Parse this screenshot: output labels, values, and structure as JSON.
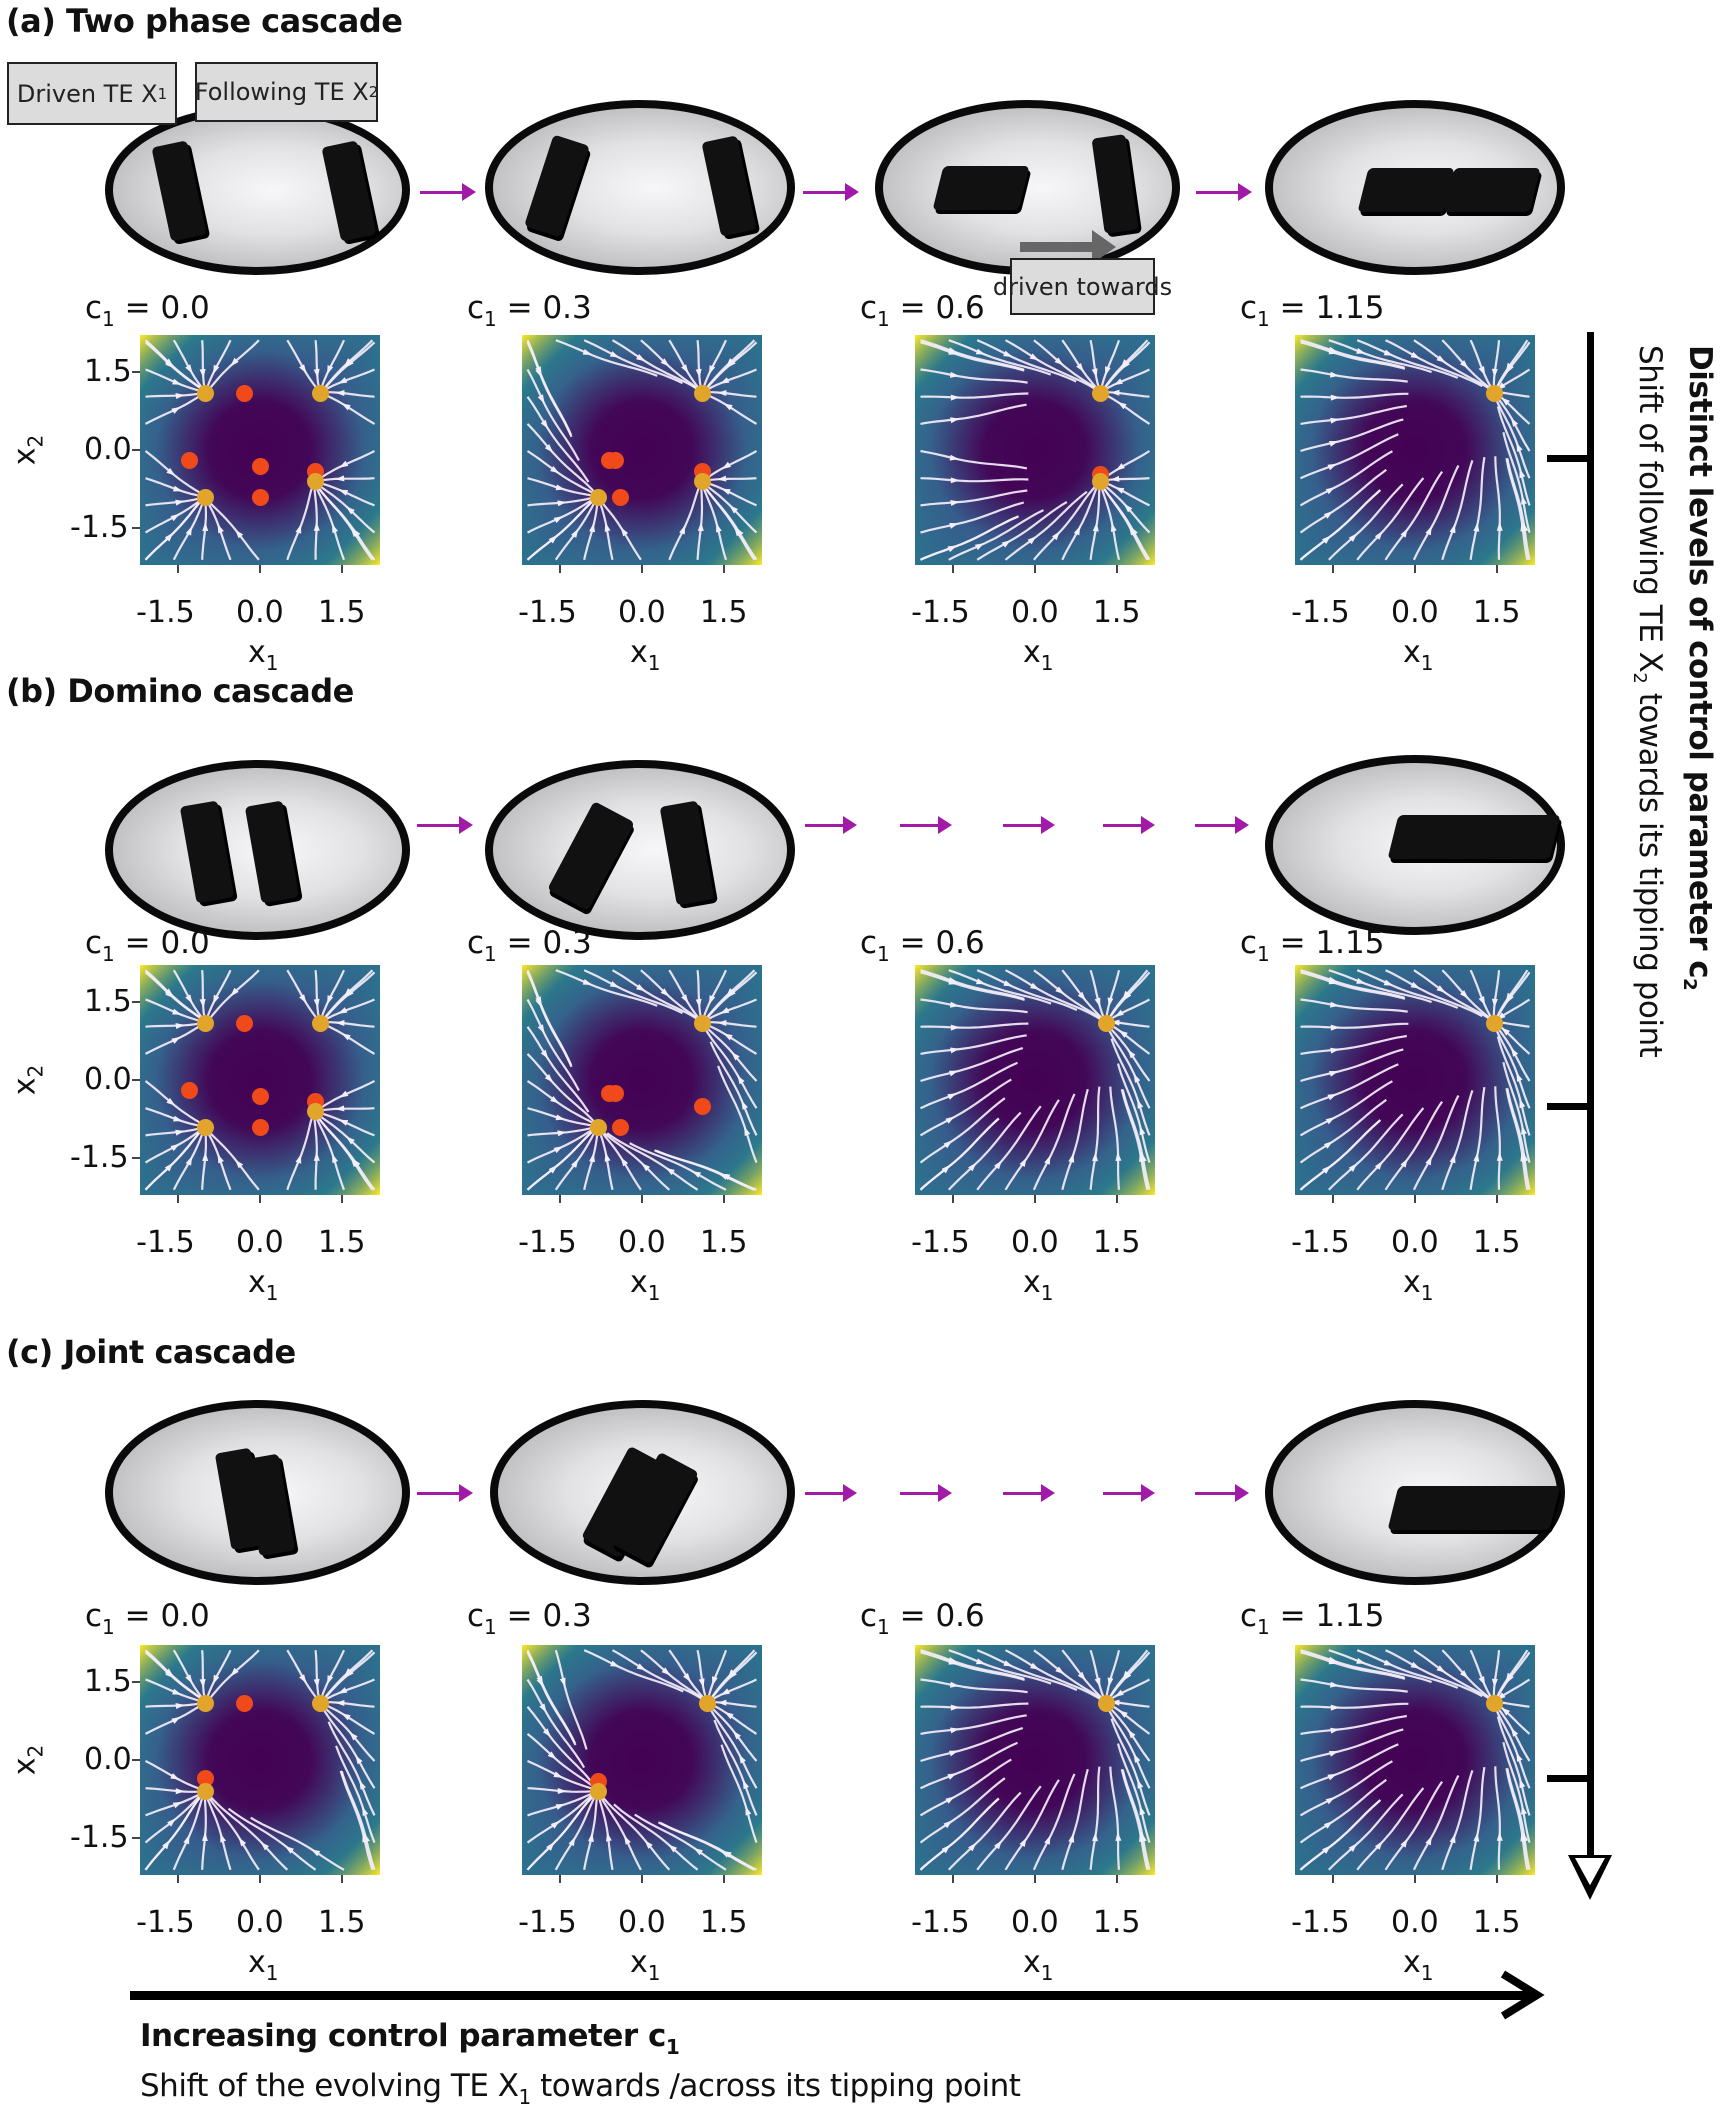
{
  "figure": {
    "sections": [
      {
        "id": "a",
        "title": "(a) Two phase cascade",
        "callouts": {
          "driven": {
            "text": "Driven TE X",
            "sub": "1"
          },
          "following": {
            "text": "Following TE X",
            "sub": "2"
          },
          "driven_towards": {
            "text": "driven towards"
          }
        },
        "states": [
          "both upright",
          "X1 tilting",
          "X1 tipped, X2 driven towards",
          "both tipped"
        ],
        "panels": [
          {
            "c1_prefix": "c",
            "c1_sub": "1",
            "c1_value": " = 0.0"
          },
          {
            "c1_prefix": "c",
            "c1_sub": "1",
            "c1_value": " = 0.3"
          },
          {
            "c1_prefix": "c",
            "c1_sub": "1",
            "c1_value": " = 0.6"
          },
          {
            "c1_prefix": "c",
            "c1_sub": "1",
            "c1_value": " = 1.15"
          }
        ]
      },
      {
        "id": "b",
        "title": "(b)  Domino cascade",
        "states": [
          "both upright",
          "X1 tilting",
          "",
          "both tipped"
        ],
        "panels": [
          {
            "c1_prefix": "c",
            "c1_sub": "1",
            "c1_value": " = 0.0"
          },
          {
            "c1_prefix": "c",
            "c1_sub": "1",
            "c1_value": " = 0.3"
          },
          {
            "c1_prefix": "c",
            "c1_sub": "1",
            "c1_value": " = 0.6"
          },
          {
            "c1_prefix": "c",
            "c1_sub": "1",
            "c1_value": " = 1.15"
          }
        ]
      },
      {
        "id": "c",
        "title": "(c)  Joint cascade",
        "states": [
          "both upright together",
          "both tilting together",
          "",
          "both tipped"
        ],
        "panels": [
          {
            "c1_prefix": "c",
            "c1_sub": "1",
            "c1_value": " = 0.0"
          },
          {
            "c1_prefix": "c",
            "c1_sub": "1",
            "c1_value": " = 0.3"
          },
          {
            "c1_prefix": "c",
            "c1_sub": "1",
            "c1_value": " = 0.6"
          },
          {
            "c1_prefix": "c",
            "c1_sub": "1",
            "c1_value": " = 1.15"
          }
        ]
      }
    ],
    "axes": {
      "x_ticks": [
        "-1.5",
        "0.0",
        "1.5"
      ],
      "y_ticks": [
        "1.5",
        "0.0",
        "-1.5"
      ],
      "x_label": "x",
      "x_label_sub": "1",
      "y_label": "x",
      "y_label_sub": "2"
    },
    "right_axis": {
      "title": "Distinct levels of control parameter c",
      "title_sub": "2",
      "subtitle_pre": "Shift of following TE X",
      "subtitle_sub": "2",
      "subtitle_post": " towards its tipping point"
    },
    "bottom_axis": {
      "title": "Increasing control parameter c",
      "title_sub": "1",
      "subtitle_pre": "Shift of the evolving TE X",
      "subtitle_sub": "1",
      "subtitle_post": " towards /across its tipping point"
    },
    "colors": {
      "transition_arrow": "#a21aa8",
      "stable_fixed_point": "#e0a52a",
      "unstable_fixed_point": "#f04a1a",
      "streamline": "#f4eefa",
      "colormap_low": "#440154",
      "colormap_mid": "#21918c",
      "colormap_high": "#fde725"
    }
  },
  "chart_data": [
    {
      "type": "scatter",
      "title": "(a) Two phase cascade, c1 = 0.0",
      "xlabel": "x1",
      "ylabel": "x2",
      "xlim": [
        -2.2,
        2.2
      ],
      "ylim": [
        -2.2,
        2.2
      ],
      "stable_points": [
        [
          -1.0,
          1.1
        ],
        [
          1.1,
          1.1
        ],
        [
          -1.0,
          -0.9
        ],
        [
          1.0,
          -0.6
        ]
      ],
      "unstable_points": [
        [
          -0.3,
          1.1
        ],
        [
          -1.3,
          -0.2
        ],
        [
          0.0,
          -0.3
        ],
        [
          1.0,
          -0.4
        ],
        [
          0.0,
          -0.9
        ]
      ]
    },
    {
      "type": "scatter",
      "title": "(a) Two phase cascade, c1 = 0.3",
      "xlabel": "x1",
      "ylabel": "x2",
      "xlim": [
        -2.2,
        2.2
      ],
      "ylim": [
        -2.2,
        2.2
      ],
      "stable_points": [
        [
          1.1,
          1.1
        ],
        [
          -0.8,
          -0.9
        ],
        [
          1.1,
          -0.6
        ]
      ],
      "unstable_points": [
        [
          -0.6,
          -0.2
        ],
        [
          -0.5,
          -0.2
        ],
        [
          -0.4,
          -0.9
        ],
        [
          1.1,
          -0.4
        ]
      ]
    },
    {
      "type": "scatter",
      "title": "(a) Two phase cascade, c1 = 0.6",
      "xlabel": "x1",
      "ylabel": "x2",
      "xlim": [
        -2.2,
        2.2
      ],
      "ylim": [
        -2.2,
        2.2
      ],
      "stable_points": [
        [
          1.2,
          1.1
        ],
        [
          1.2,
          -0.6
        ]
      ],
      "unstable_points": [
        [
          1.2,
          -0.45
        ]
      ]
    },
    {
      "type": "scatter",
      "title": "(a) Two phase cascade, c1 = 1.15",
      "xlabel": "x1",
      "ylabel": "x2",
      "xlim": [
        -2.2,
        2.2
      ],
      "ylim": [
        -2.2,
        2.2
      ],
      "stable_points": [
        [
          1.45,
          1.1
        ]
      ],
      "unstable_points": []
    },
    {
      "type": "scatter",
      "title": "(b) Domino cascade, c1 = 0.0",
      "xlabel": "x1",
      "ylabel": "x2",
      "xlim": [
        -2.2,
        2.2
      ],
      "ylim": [
        -2.2,
        2.2
      ],
      "stable_points": [
        [
          -1.0,
          1.1
        ],
        [
          1.1,
          1.1
        ],
        [
          -1.0,
          -0.9
        ],
        [
          1.0,
          -0.6
        ]
      ],
      "unstable_points": [
        [
          -0.3,
          1.1
        ],
        [
          -1.3,
          -0.2
        ],
        [
          0.0,
          -0.3
        ],
        [
          1.0,
          -0.4
        ],
        [
          0.0,
          -0.9
        ]
      ]
    },
    {
      "type": "scatter",
      "title": "(b) Domino cascade, c1 = 0.3",
      "xlabel": "x1",
      "ylabel": "x2",
      "xlim": [
        -2.2,
        2.2
      ],
      "ylim": [
        -2.2,
        2.2
      ],
      "stable_points": [
        [
          1.1,
          1.1
        ],
        [
          -0.8,
          -0.9
        ]
      ],
      "unstable_points": [
        [
          -0.6,
          -0.25
        ],
        [
          -0.5,
          -0.25
        ],
        [
          -0.4,
          -0.9
        ],
        [
          1.1,
          -0.5
        ]
      ]
    },
    {
      "type": "scatter",
      "title": "(b) Domino cascade, c1 = 0.6",
      "xlabel": "x1",
      "ylabel": "x2",
      "xlim": [
        -2.2,
        2.2
      ],
      "ylim": [
        -2.2,
        2.2
      ],
      "stable_points": [
        [
          1.3,
          1.1
        ]
      ],
      "unstable_points": []
    },
    {
      "type": "scatter",
      "title": "(b) Domino cascade, c1 = 1.15",
      "xlabel": "x1",
      "ylabel": "x2",
      "xlim": [
        -2.2,
        2.2
      ],
      "ylim": [
        -2.2,
        2.2
      ],
      "stable_points": [
        [
          1.45,
          1.1
        ]
      ],
      "unstable_points": []
    },
    {
      "type": "scatter",
      "title": "(c) Joint cascade, c1 = 0.0",
      "xlabel": "x1",
      "ylabel": "x2",
      "xlim": [
        -2.2,
        2.2
      ],
      "ylim": [
        -2.2,
        2.2
      ],
      "stable_points": [
        [
          -1.0,
          1.1
        ],
        [
          1.1,
          1.1
        ],
        [
          -1.0,
          -0.6
        ]
      ],
      "unstable_points": [
        [
          -0.3,
          1.1
        ],
        [
          -1.0,
          -0.35
        ]
      ]
    },
    {
      "type": "scatter",
      "title": "(c) Joint cascade, c1 = 0.3",
      "xlabel": "x1",
      "ylabel": "x2",
      "xlim": [
        -2.2,
        2.2
      ],
      "ylim": [
        -2.2,
        2.2
      ],
      "stable_points": [
        [
          1.2,
          1.1
        ],
        [
          -0.8,
          -0.6
        ]
      ],
      "unstable_points": [
        [
          -0.8,
          -0.4
        ]
      ]
    },
    {
      "type": "scatter",
      "title": "(c) Joint cascade, c1 = 0.6",
      "xlabel": "x1",
      "ylabel": "x2",
      "xlim": [
        -2.2,
        2.2
      ],
      "ylim": [
        -2.2,
        2.2
      ],
      "stable_points": [
        [
          1.3,
          1.1
        ]
      ],
      "unstable_points": []
    },
    {
      "type": "scatter",
      "title": "(c) Joint cascade, c1 = 1.15",
      "xlabel": "x1",
      "ylabel": "x2",
      "xlim": [
        -2.2,
        2.2
      ],
      "ylim": [
        -2.2,
        2.2
      ],
      "stable_points": [
        [
          1.45,
          1.1
        ]
      ],
      "unstable_points": []
    }
  ]
}
